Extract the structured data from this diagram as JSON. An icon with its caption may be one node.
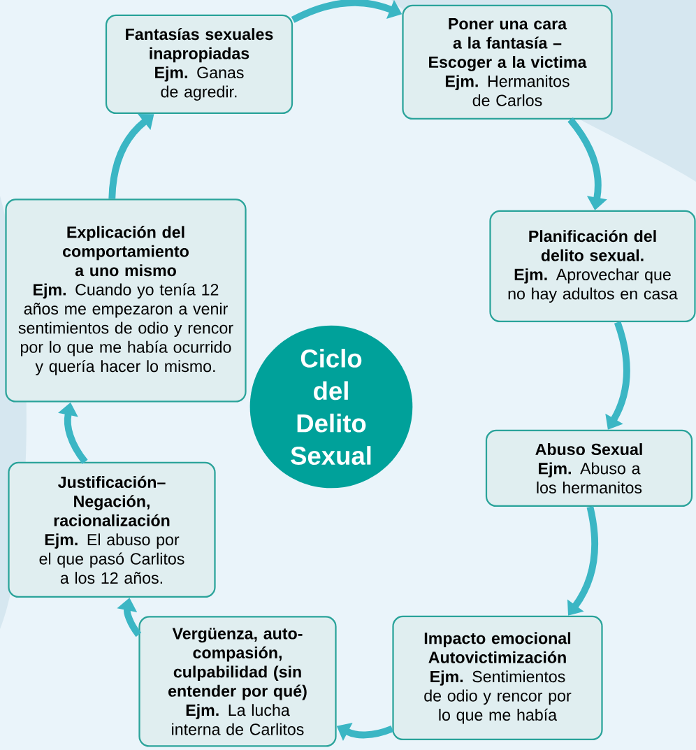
{
  "diagram": {
    "nodes": [
      {
        "text": [
          "Fantasías sexuales inapropiadas",
          "**Ejm.** Ganas de agredir."
        ]
      },
      {
        "text": [
          "Poner una cara a la fantasía – Escoger a la victima",
          "**Ejm.** Hermanitos de Carlos"
        ]
      },
      {
        "text": [
          "Planificación del delito sexual.",
          "**Ejm.** Aprovechar que no hay adultos en casa"
        ]
      },
      {
        "text": [
          "Abuso Sexual",
          "**Ejm.** Abuso a los hermanitos"
        ]
      },
      {
        "text": [
          "Impacto emocional Autovictimización",
          "**Ejm.** Sentimientos de odio y rencor por lo que me había"
        ]
      },
      {
        "text": [
          "Vergüenza, auto-compasión, culpabilidad (sin entender por qué)",
          "**Ejm.** La lucha interna de Carlitos"
        ]
      },
      {
        "text": [
          "Justificación– Negación, racionalización",
          "**Ejm.** El abuso por el que pasó Carlitos a los 12 años."
        ]
      },
      {
        "text": [
          "Explicación del comportamiento a uno mismo",
          "**Ejm.** Cuando yo tenía 12 años me empezaron a venir sentimientos de odio y rencor por lo que me había ocurrido y quería hacer lo mismo."
        ]
      },
      {
        "text": [
          "Ciclo del Delito Sexual"
        ]
      }
    ],
    "edges": [
      {
        "from": 0,
        "to": 1,
        "arrow": "to"
      },
      {
        "from": 1,
        "to": 2,
        "arrow": "to"
      },
      {
        "from": 2,
        "to": 3,
        "arrow": "to"
      },
      {
        "from": 3,
        "to": 4,
        "arrow": "to"
      },
      {
        "from": 4,
        "to": 5,
        "arrow": "to"
      },
      {
        "from": 5,
        "to": 6,
        "arrow": "to"
      },
      {
        "from": 6,
        "to": 7,
        "arrow": "to"
      },
      {
        "from": 7,
        "to": 0,
        "arrow": "to"
      }
    ]
  }
}
